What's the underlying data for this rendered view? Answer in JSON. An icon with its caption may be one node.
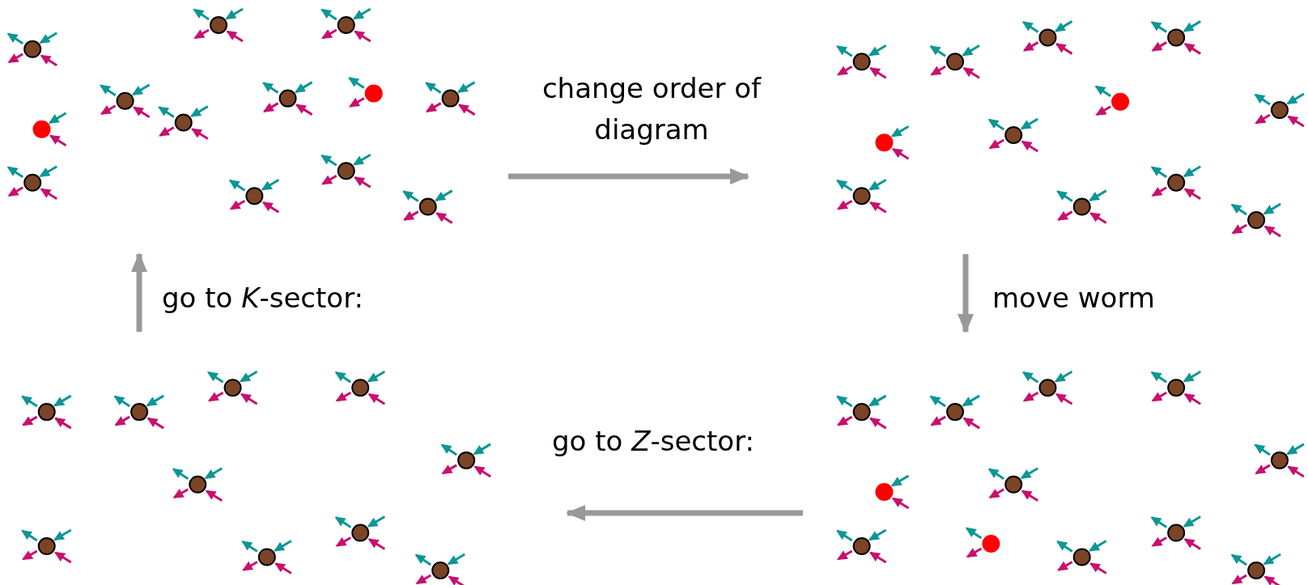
{
  "diagram": {
    "nodes": [
      {
        "text": [],
        "shape": "picture"
      },
      {
        "text": [],
        "shape": "picture"
      },
      {
        "text": [],
        "shape": "picture"
      },
      {
        "text": [],
        "shape": "picture"
      }
    ],
    "edges": [
      {
        "from": 0,
        "to": 1,
        "arrow": "to",
        "label": "change order of diagram"
      },
      {
        "from": 1,
        "to": 3,
        "arrow": "to",
        "label": "move worm"
      },
      {
        "from": 3,
        "to": 2,
        "arrow": "to",
        "label": "go to *Z*-sector:"
      },
      {
        "from": 2,
        "to": 0,
        "arrow": "to",
        "label": "go to *K*-sector:"
      }
    ]
  }
}
